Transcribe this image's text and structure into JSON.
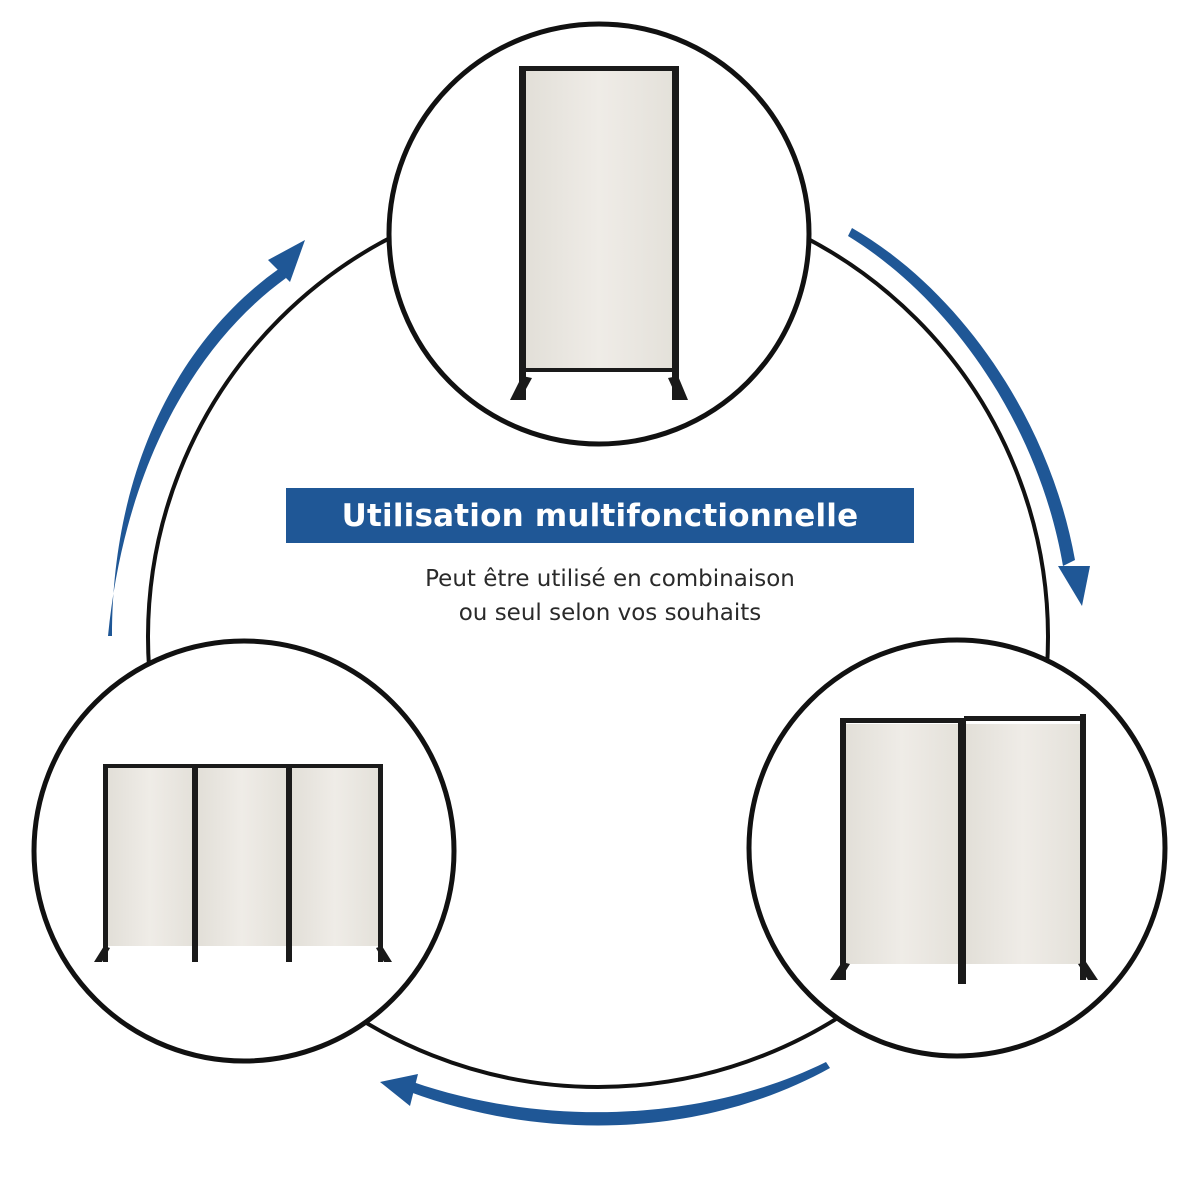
{
  "banner": {
    "title": "Utilisation multifonctionnelle"
  },
  "subtitle": {
    "line1": "Peut être utilisé en combinaison",
    "line2": "ou seul selon vos souhaits"
  },
  "colors": {
    "banner": "#1f5796",
    "arrow": "#1f5796",
    "outline": "#111111",
    "panel_fabric": "#ebe8e2",
    "frame": "#1a1a1a"
  },
  "illustrations": {
    "top": "single-panel-divider",
    "right": "two-panel-divider",
    "left": "three-panel-divider"
  }
}
